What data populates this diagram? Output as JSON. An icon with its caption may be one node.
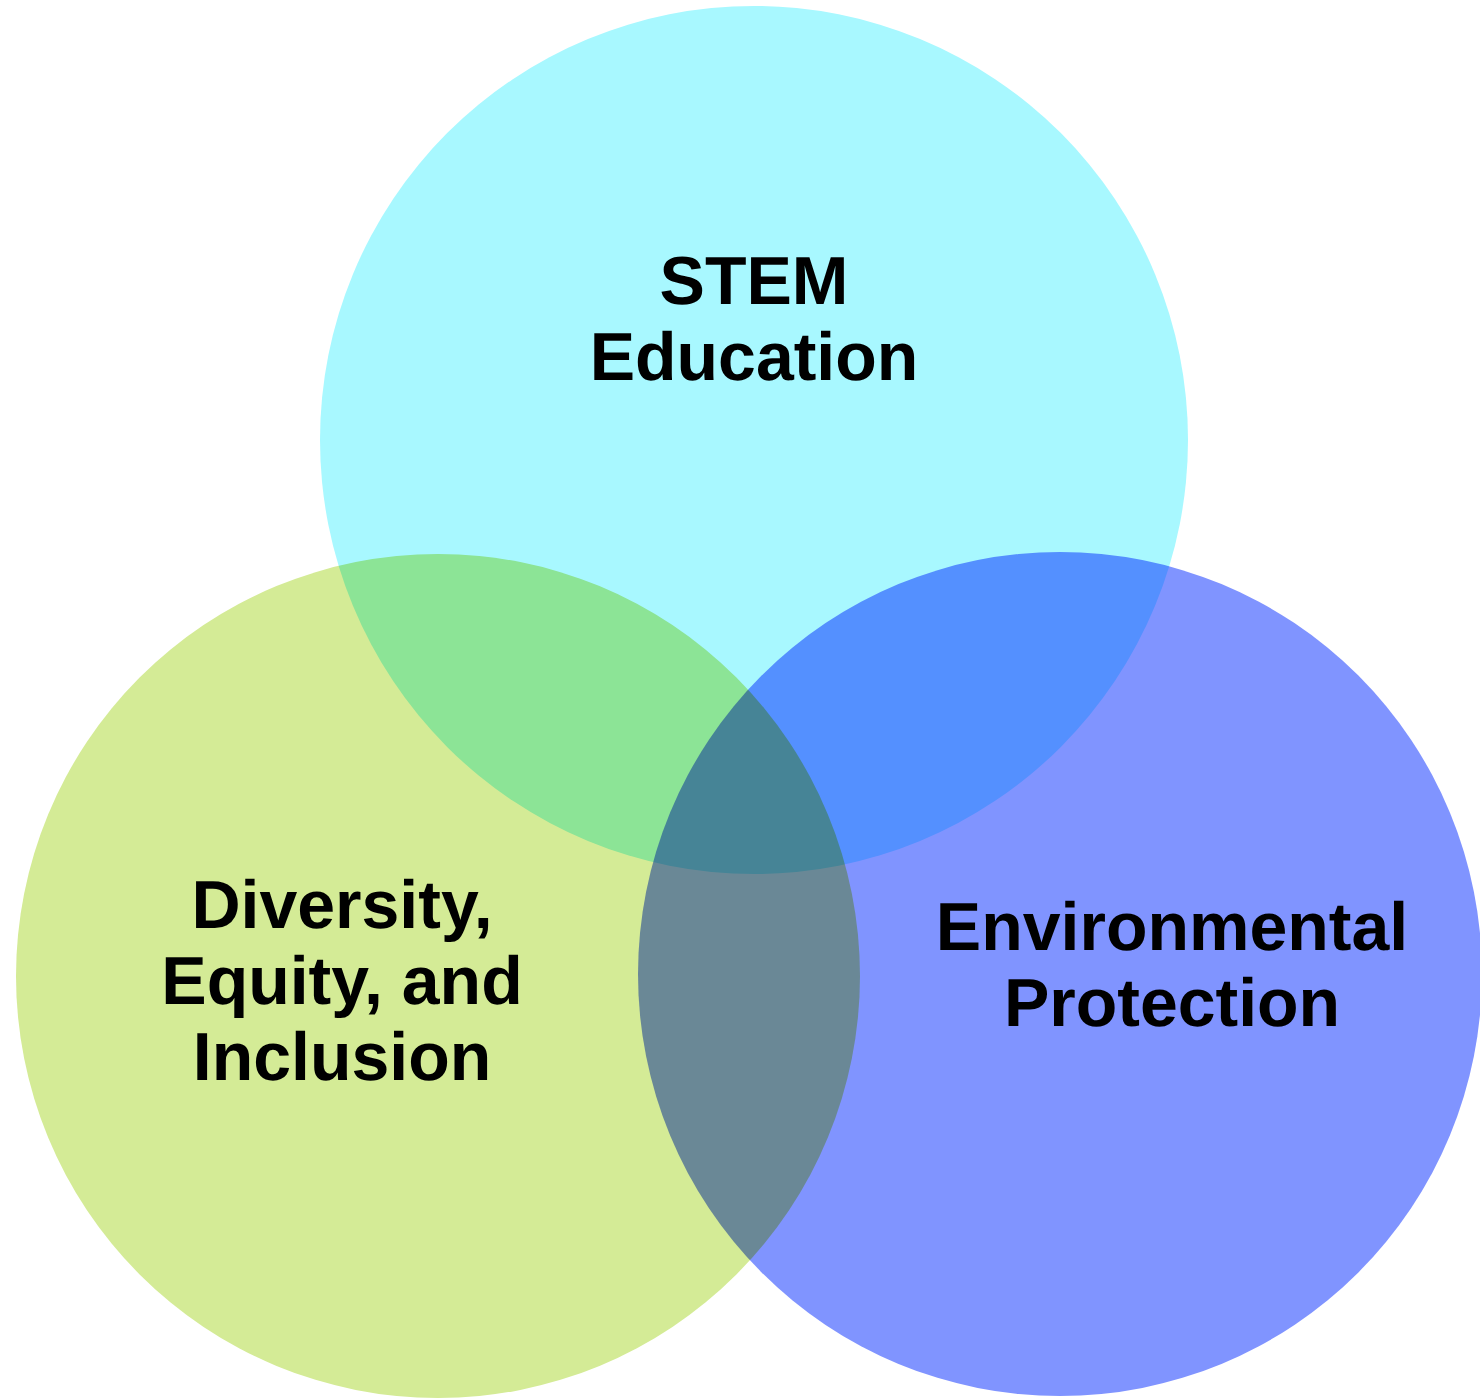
{
  "diagram": {
    "nodes": [
      {
        "text": [
          "STEM Education"
        ]
      },
      {
        "text": [
          "Diversity, Equity, and Inclusion"
        ]
      },
      {
        "text": [
          "Environmental Protection"
        ]
      }
    ]
  }
}
